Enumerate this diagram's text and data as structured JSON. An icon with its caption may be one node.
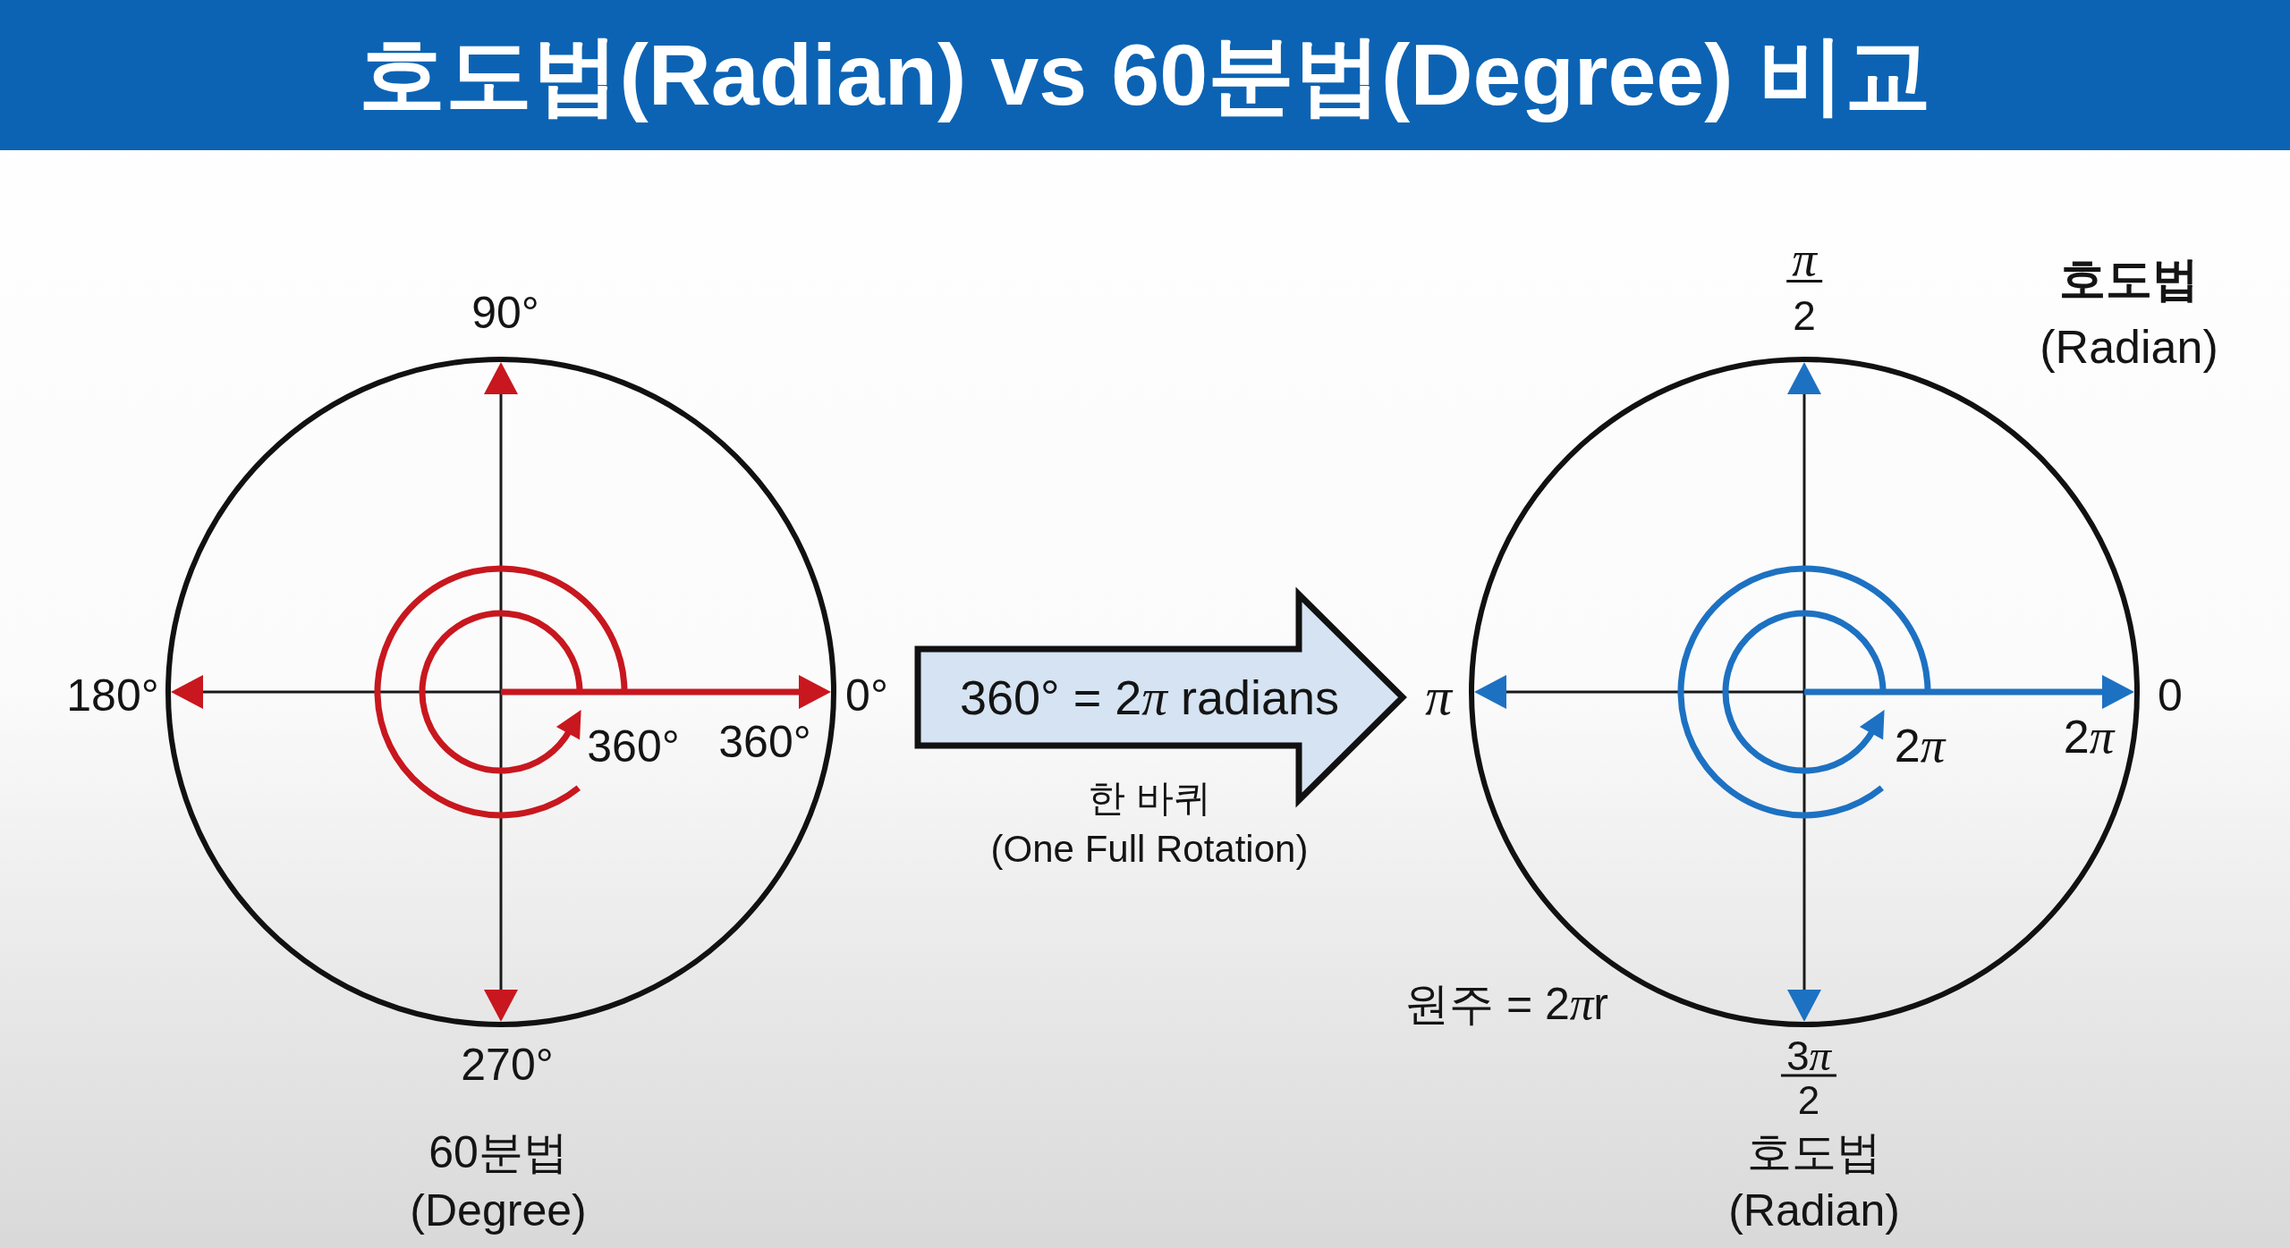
{
  "diagram": {
    "title": "호도법(Radian) vs 60분법(Degree) 비교",
    "nodes": [
      {
        "text": [],
        "shape": "circle",
        "beside": [
          "90°",
          "180°",
          "0°",
          "270°",
          "60분법 (Degree)"
        ]
      },
      {
        "text": [],
        "shape": "circle",
        "beside": [
          "π",
          "2",
          "**호도법** (Radian)",
          "π",
          "0",
          "3π",
          "2",
          "호도법 (Radian)"
        ]
      }
    ],
    "edges": [
      {
        "from": 0,
        "to": 1,
        "arrow": "to",
        "style": "thick",
        "label": "360° = 2π radians"
      }
    ],
    "labels": [
      "360°",
      "360°",
      "한 바퀴 (One Full Rotation)",
      "2π",
      "2π",
      "원주 = 2πr"
    ]
  }
}
